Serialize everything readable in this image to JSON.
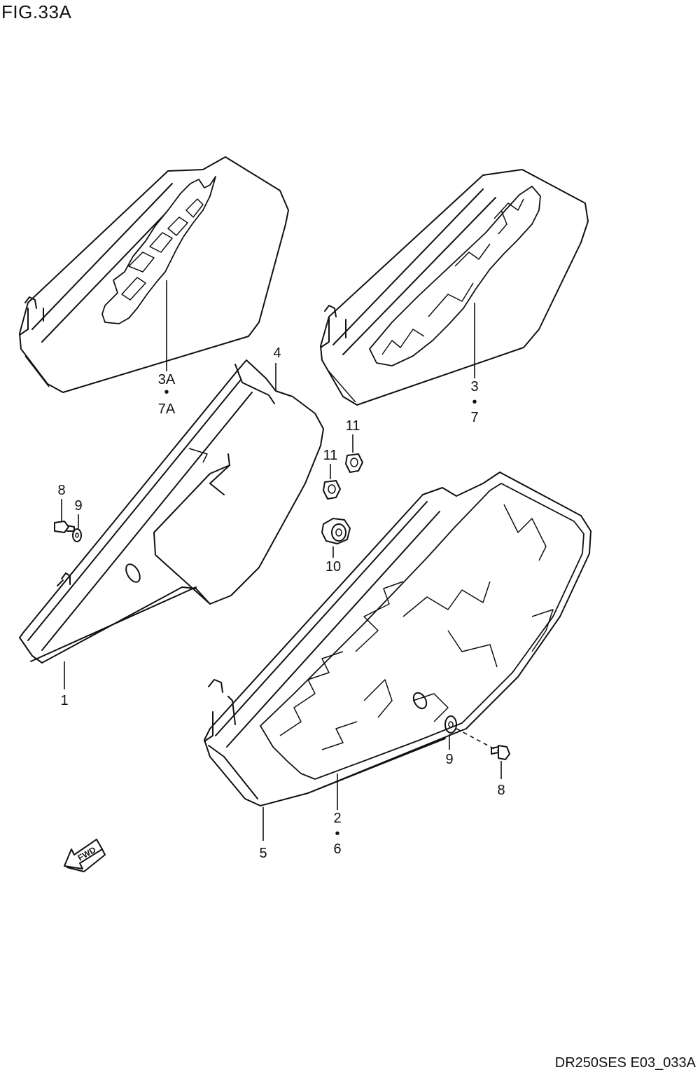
{
  "figure_title": "FIG.33A",
  "footer_code": "DR250SES E03_033A",
  "callouts": {
    "c3a": "3A",
    "c7a": "7A",
    "c3": "3",
    "c7": "7",
    "c4": "4",
    "c1": "1",
    "c8_left": "8",
    "c9_left": "9",
    "c11_a": "11",
    "c11_b": "11",
    "c10": "10",
    "c9_right": "9",
    "c8_right": "8",
    "c2": "2",
    "c6": "6",
    "c5": "5",
    "dot": "•"
  },
  "fwd_label": "FWD",
  "icons": [
    "forward-arrow-icon"
  ]
}
